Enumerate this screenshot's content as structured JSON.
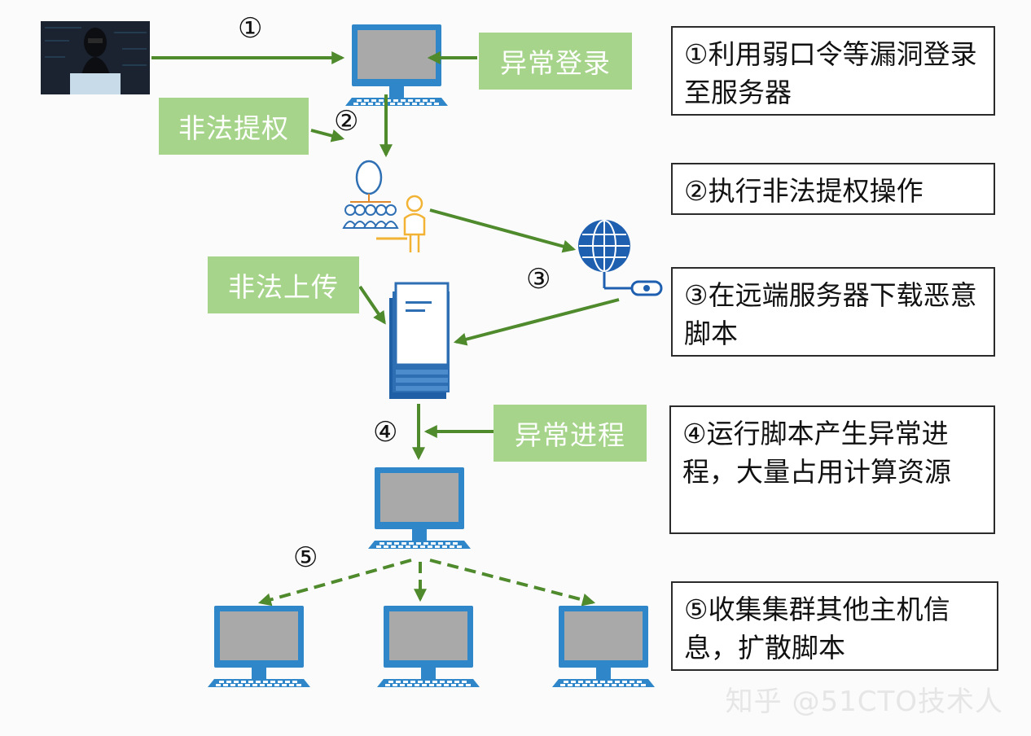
{
  "step_numbers": [
    "①",
    "②",
    "③",
    "④",
    "⑤"
  ],
  "green_labels": {
    "abnormal_login": "异常登录",
    "privilege_escalation": "非法提权",
    "illegal_upload": "非法上传",
    "abnormal_process": "异常进程"
  },
  "steps": [
    "①利用弱口令等漏洞登录至服务器",
    "②执行非法提权操作",
    "③在远端服务器下载恶意脚本",
    "④运行脚本产生异常进程，大量占用计算资源",
    "⑤收集集群其他主机信息，扩散脚本"
  ],
  "watermark": "知乎 @51CTO技术人",
  "colors": {
    "arrow": "#4f8a2d",
    "label_bg": "#a6d48a",
    "monitor": "#2f86c8",
    "screen": "#a9a9a9",
    "server": "#2e6fb3",
    "globe": "#1f5fb0",
    "user": "#f2b233"
  }
}
